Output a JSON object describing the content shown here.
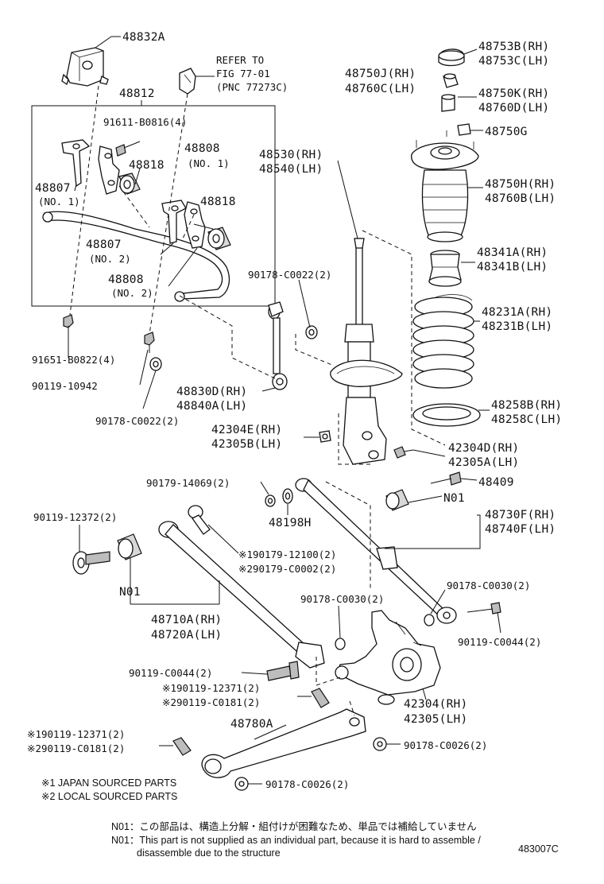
{
  "labels": {
    "l48832A": "48832A",
    "refer1": "REFER TO",
    "refer2": "FIG 77-01",
    "refer3": "(PNC 77273C)",
    "l48812": "48812",
    "l91611": "91611-B0816(4)",
    "l48808a": "48808",
    "l48808a_no": "(NO. 1)",
    "l48818a": "48818",
    "l48807a": "48807",
    "l48807a_no": "(NO. 1)",
    "l48818b": "48818",
    "l48807b": "48807",
    "l48807b_no": "(NO. 2)",
    "l48808b": "48808",
    "l48808b_no": "(NO. 2)",
    "l91651": "91651-B0822(4)",
    "l90119_10942": "90119-10942",
    "l90178_c0022a": "90178-C0022(2)",
    "l90178_c0022b": "90178-C0022(2)",
    "l48830D": "48830D(RH)",
    "l48840A": "48840A(LH)",
    "l48750J": "48750J(RH)",
    "l48760C": "48760C(LH)",
    "l48530": "48530(RH)",
    "l48540": "48540(LH)",
    "l48753B": "48753B(RH)",
    "l48753C": "48753C(LH)",
    "l48750K": "48750K(RH)",
    "l48760D": "48760D(LH)",
    "l48750G": "48750G",
    "l48750H": "48750H(RH)",
    "l48760B": "48760B(LH)",
    "l48341A": "48341A(RH)",
    "l48341B": "48341B(LH)",
    "l48231A": "48231A(RH)",
    "l48231B": "48231B(LH)",
    "l48258B": "48258B(RH)",
    "l48258C": "48258C(LH)",
    "l42304E": "42304E(RH)",
    "l42305B": "42305B(LH)",
    "l42304D": "42304D(RH)",
    "l42305A": "42305A(LH)",
    "l90179_14069": "90179-14069(2)",
    "l48409": "48409",
    "lN01a": "N01",
    "l48198H": "48198H",
    "l48730F": "48730F(RH)",
    "l48740F": "48740F(LH)",
    "l90119_12372": "90119-12372(2)",
    "l90179_12100": "※190179-12100(2)",
    "l90179_c0002": "※290179-C0002(2)",
    "lN01b": "N01",
    "l48710A": "48710A(RH)",
    "l48720A": "48720A(LH)",
    "l90178_c0030a": "90178-C0030(2)",
    "l90178_c0030b": "90178-C0030(2)",
    "l90119_c0044a": "90119-C0044(2)",
    "l90119_c0044b": "90119-C0044(2)",
    "l90119_12371a": "※190119-12371(2)",
    "l90119_c0181a": "※290119-C0181(2)",
    "l42304": "42304(RH)",
    "l42305": "42305(LH)",
    "l48780A": "48780A",
    "l90119_12371b": "※190119-12371(2)",
    "l90119_c0181b": "※290119-C0181(2)",
    "l90178_c0026a": "90178-C0026(2)",
    "l90178_c0026b": "90178-C0026(2)"
  },
  "notes": {
    "japan": "※1 JAPAN SOURCED PARTS",
    "local": "※2 LOCAL SOURCED PARTS",
    "n01_jp": "N01：この部品は、構造上分解・組付けが困難なため、単品では補給していません",
    "n01_en1": "N01：This part is not supplied as an individual part, because it is hard to assemble /",
    "n01_en2": "disassemble due to the structure",
    "figure_code": "483007C"
  }
}
